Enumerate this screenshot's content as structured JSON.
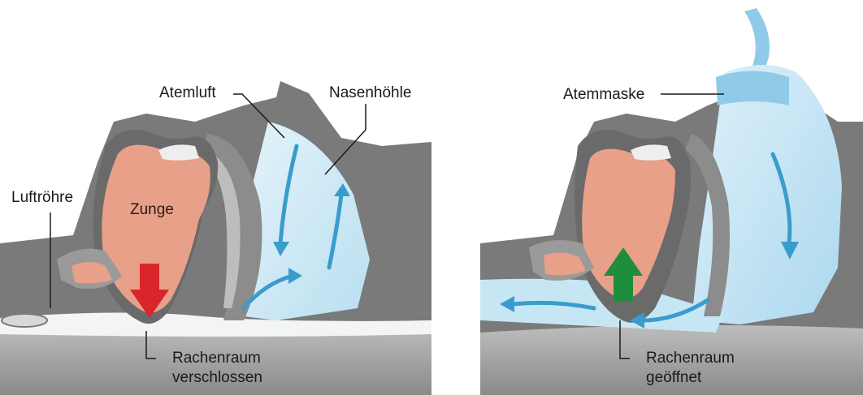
{
  "left": {
    "labels": {
      "atemluft": "Atemluft",
      "nasenhoehle": "Nasenhöhle",
      "luftroehre": "Luftröhre",
      "zunge": "Zunge",
      "rachenraum_line1": "Rachenraum",
      "rachenraum_line2": "verschlossen"
    },
    "arrow_icon": "down-arrow-icon",
    "arrow_color": "#d8262b"
  },
  "right": {
    "labels": {
      "atemmaske": "Atemmaske",
      "rachenraum_line1": "Rachenraum",
      "rachenraum_line2": "geöffnet"
    },
    "arrow_icon": "up-arrow-icon",
    "arrow_color": "#1e8e3e"
  },
  "colors": {
    "tissue_dark": "#707070",
    "tissue_mid": "#9a9a9a",
    "tissue_light": "#c8c8c8",
    "tongue": "#e8a088",
    "air": "#c6e6f4",
    "air_arrow": "#3a9ccc",
    "mask": "#8fcbe8"
  }
}
